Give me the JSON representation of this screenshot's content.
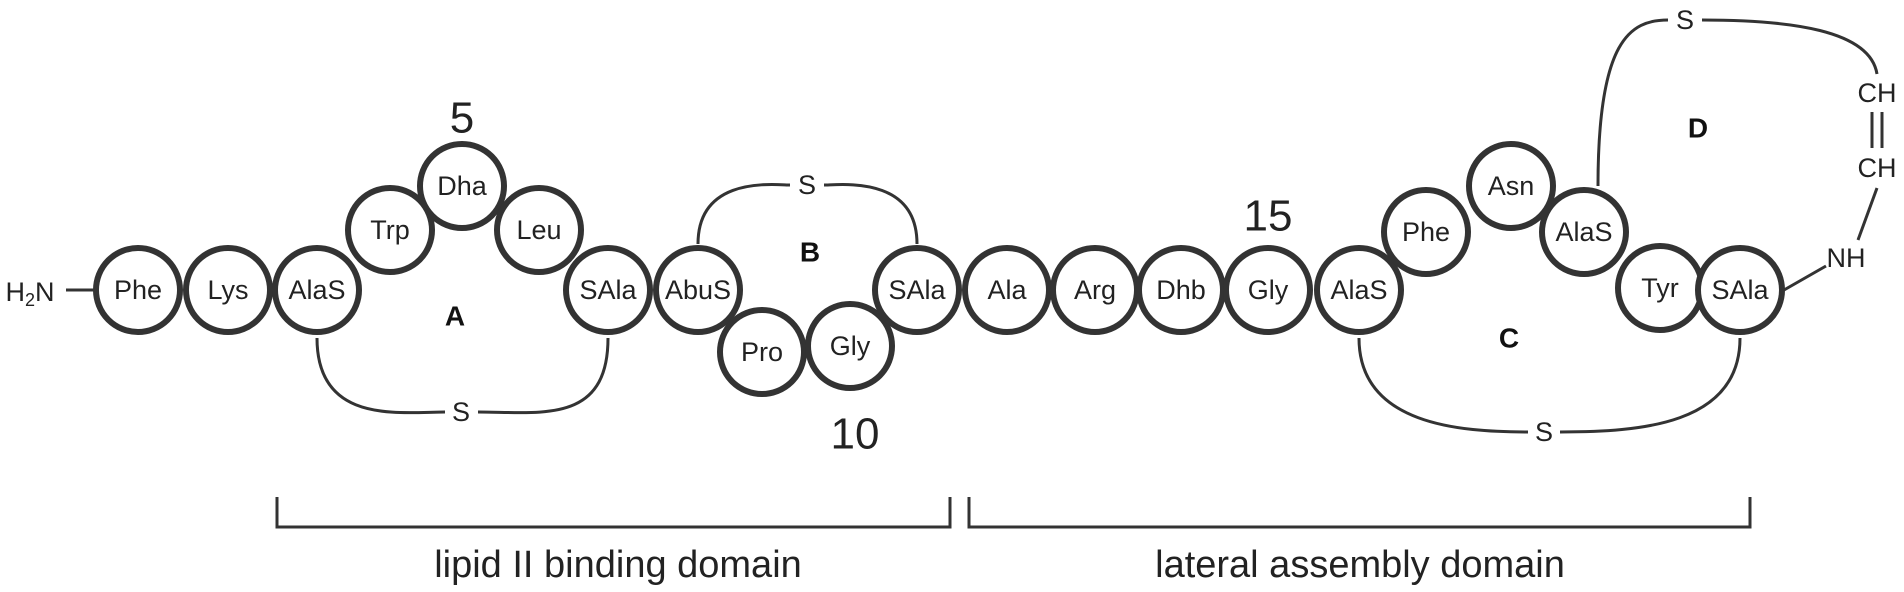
{
  "terminus": {
    "h": "H",
    "sub": "2",
    "n": "N"
  },
  "colors": {
    "highlight": "#1a9bd7",
    "ink": "#333333"
  },
  "residues": [
    {
      "name": "Phe"
    },
    {
      "name": "Lys",
      "highlight": true
    },
    {
      "name": "AlaS"
    },
    {
      "name": "Trp"
    },
    {
      "name": "Dha"
    },
    {
      "name": "Leu"
    },
    {
      "name": "SAla"
    },
    {
      "name": "AbuS"
    },
    {
      "name": "Pro"
    },
    {
      "name": "Gly"
    },
    {
      "name": "SAla"
    },
    {
      "name": "Ala"
    },
    {
      "name": "Arg",
      "highlight": true
    },
    {
      "name": "Dhb"
    },
    {
      "name": "Gly"
    },
    {
      "name": "AlaS"
    },
    {
      "name": "Phe"
    },
    {
      "name": "Asn"
    },
    {
      "name": "AlaS"
    },
    {
      "name": "Tyr"
    },
    {
      "name": "SAla"
    }
  ],
  "sulfur": {
    "a": "S",
    "b": "S",
    "c": "S",
    "d": "S"
  },
  "ring_labels": {
    "a": "A",
    "b": "B",
    "c": "C",
    "d": "D"
  },
  "position_numbers": {
    "n5": "5",
    "n10": "10",
    "n15": "15"
  },
  "linker": {
    "ch_top": "CH",
    "ch_bottom": "CH",
    "nh": "NH"
  },
  "domains": {
    "left": "lipid II binding domain",
    "right": "lateral assembly domain"
  }
}
